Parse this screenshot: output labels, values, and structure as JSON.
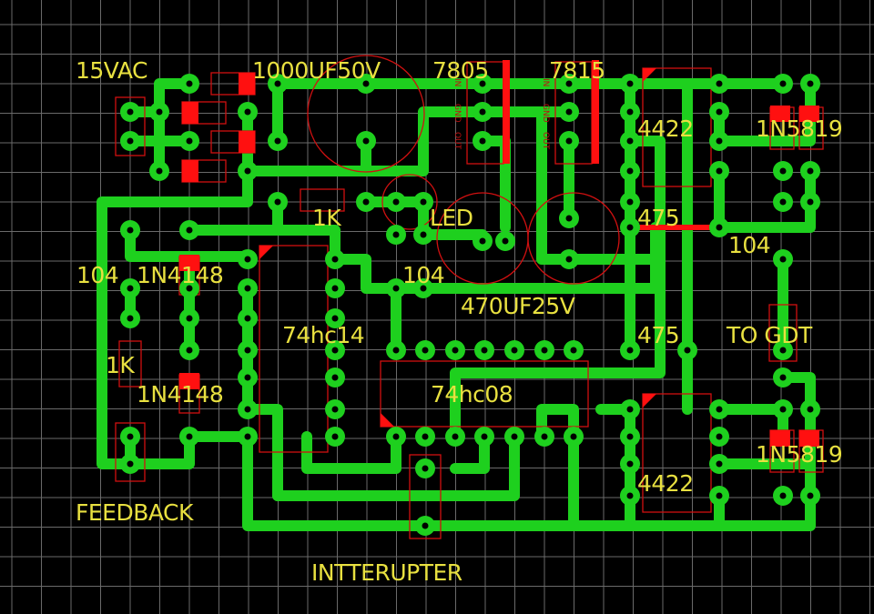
{
  "app": {
    "title": "PCB Layout"
  },
  "colors": {
    "background": "#000000",
    "grid": "#6a6a6a",
    "trace": "#1ed01e",
    "outline": "#d01010",
    "smd_pad": "#ff1010",
    "silkscreen": "#e8e040"
  },
  "labels": {
    "vac": "15VAC",
    "cap_big": "1000UF50V",
    "reg_5v": "7805",
    "reg_15v": "7815",
    "driver_top": "4422",
    "diode_top": "1N5819",
    "res_1k_top": "1K",
    "led": "LED",
    "cap_104_left": "104",
    "diode_4148_top": "1N4148",
    "cap_104_mid": "104",
    "cap_470": "470UF25V",
    "cap_475_top": "475",
    "cap_104_right": "104",
    "ic_74hc14": "74hc14",
    "ic_74hc08": "74hc08",
    "res_1k_left": "1K",
    "diode_4148_bottom": "1N4148",
    "cap_475_bottom": "475",
    "to_gdt": "TO GDT",
    "driver_bottom": "4422",
    "diode_bottom": "1N5819",
    "feedback": "FEEDBACK",
    "interrupter": "INTTERUPTER"
  },
  "regulator_pins": {
    "in": "IN",
    "gnd": "GND",
    "out": "OUT"
  }
}
